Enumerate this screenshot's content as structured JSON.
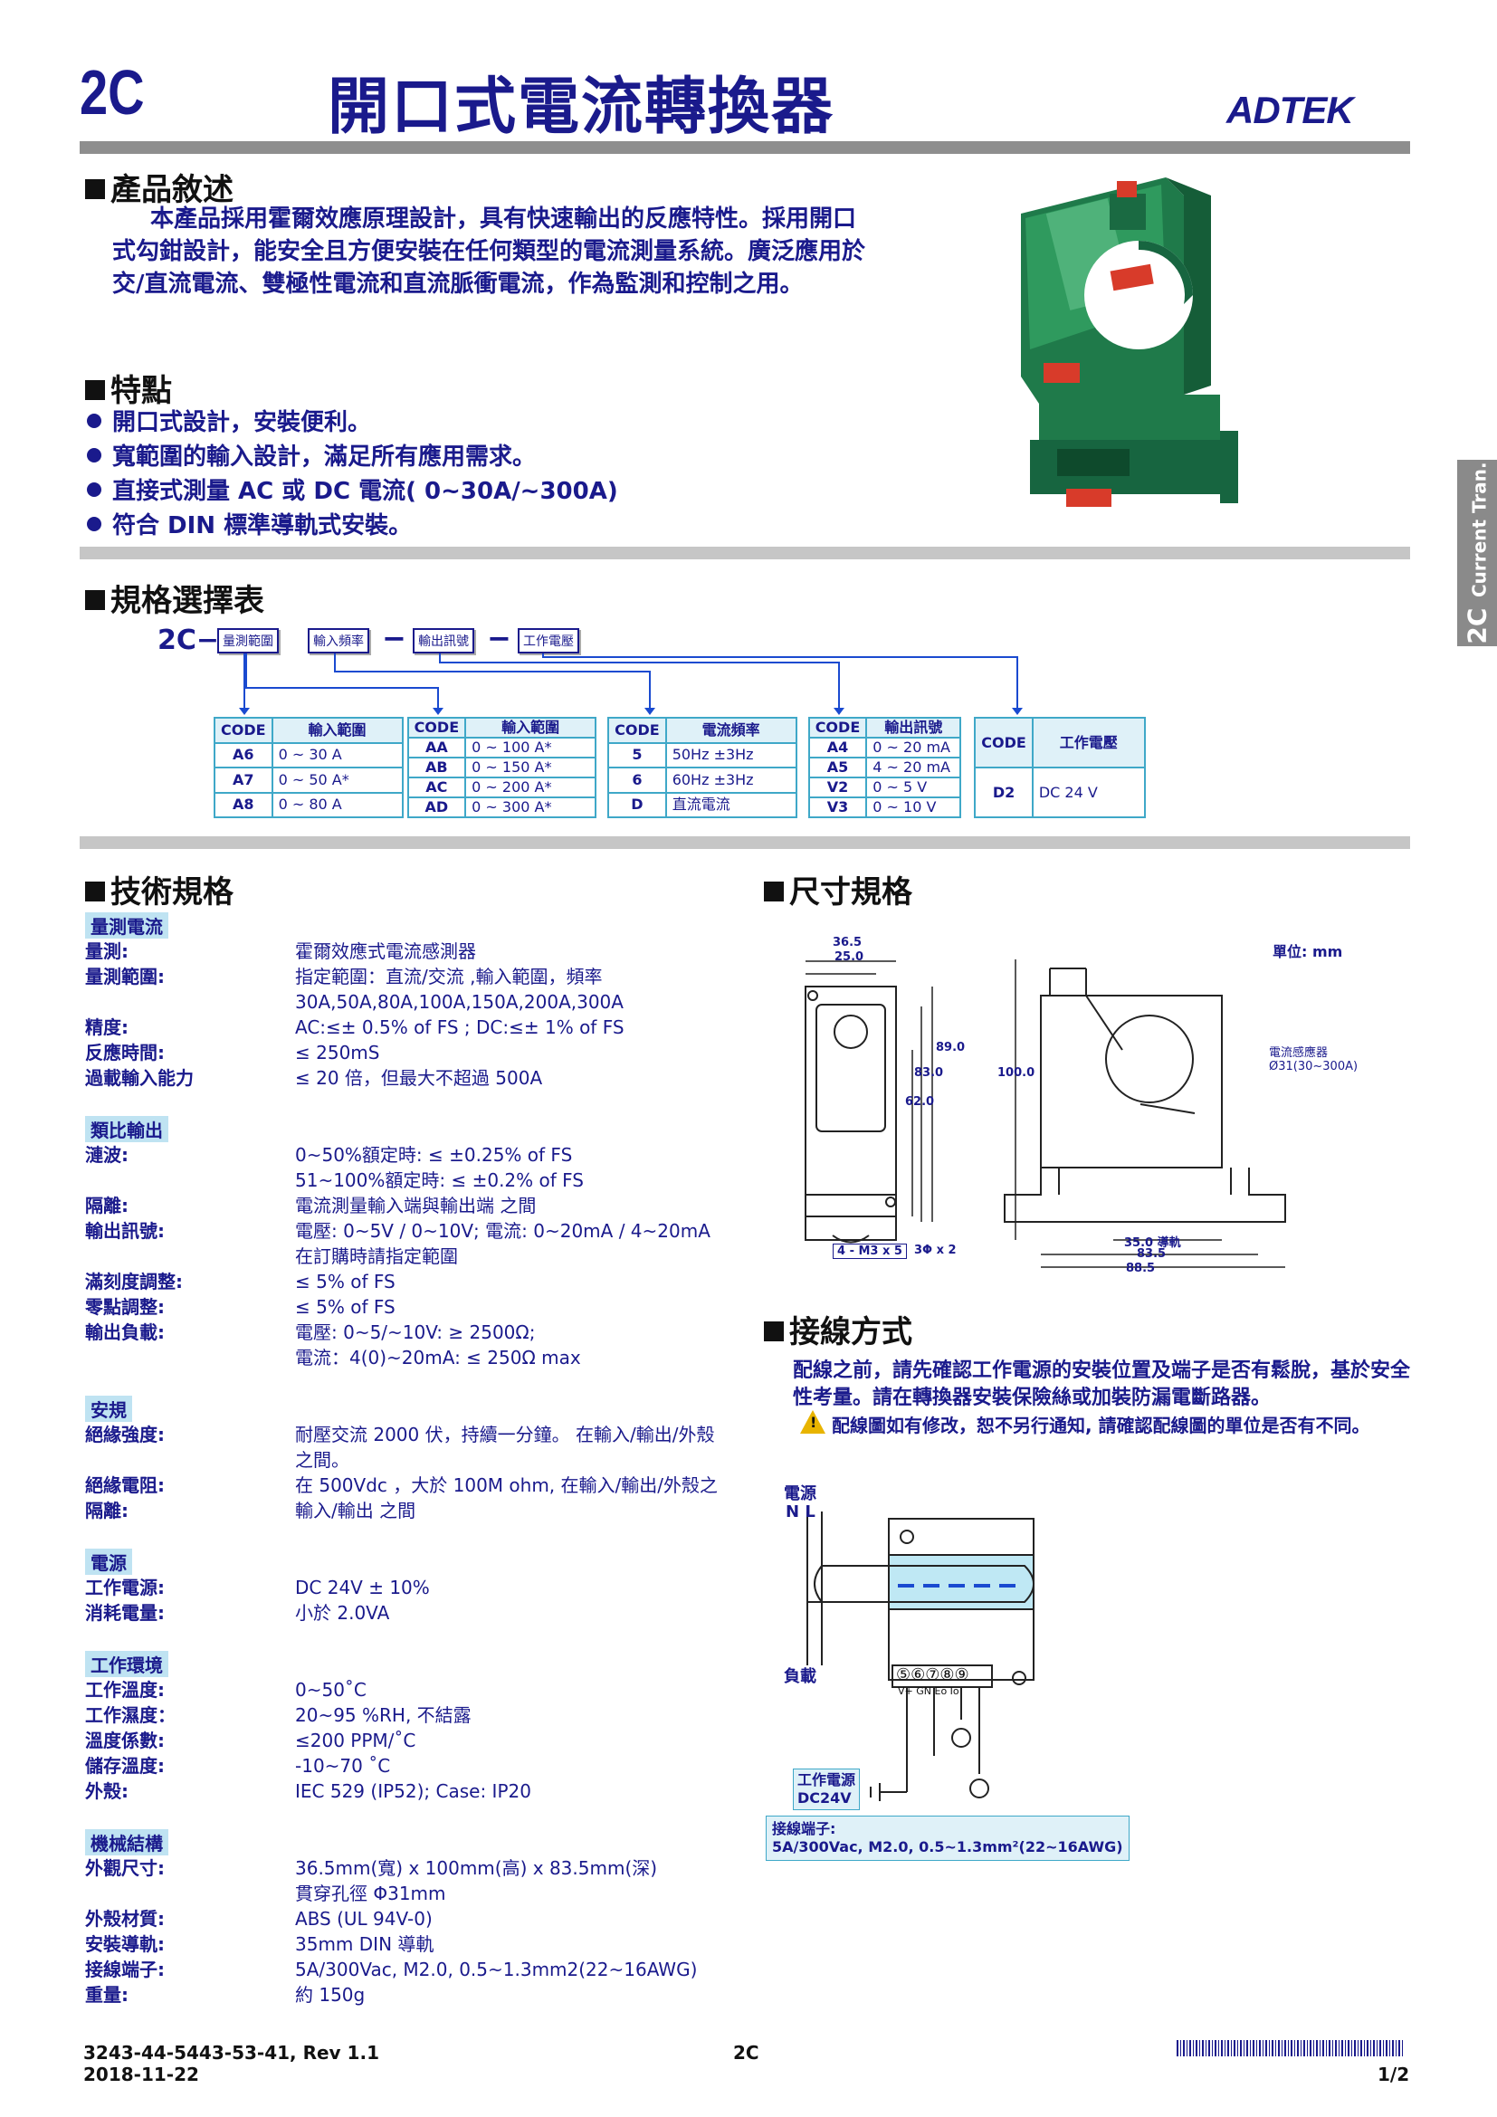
{
  "header": {
    "model": "2C",
    "title": "開口式電流轉換器",
    "brand": "ADTEK"
  },
  "side_tab": {
    "model": "2C",
    "label": "Current Tran."
  },
  "description": {
    "heading": "產品敘述",
    "lines": [
      "本產品採用霍爾效應原理設計，具有快速輸出的反應特性。採用開口",
      "式勾鉗設計，能安全且方便安裝在任何類型的電流測量系統。廣泛應用於",
      "交/直流電流、雙極性電流和直流脈衝電流，作為監測和控制之用。"
    ]
  },
  "features": {
    "heading": "特點",
    "items": [
      "開口式設計，安裝便利。",
      "寬範圍的輸入設計，滿足所有應用需求。",
      "直接式測量 AC 或 DC 電流( 0~30A/~300A)",
      "符合 DIN 標準導軌式安裝。"
    ]
  },
  "selection": {
    "heading": "規格選擇表",
    "prefix": "2C−",
    "boxes": [
      "量測範圍",
      "輸入頻率",
      "輸出訊號",
      "工作電壓"
    ],
    "dash": "−",
    "code_header": "CODE",
    "tables": [
      {
        "header": "輸入範圍",
        "rows": [
          [
            "A6",
            "0 ~ 30 A"
          ],
          [
            "A7",
            "0 ~ 50 A*"
          ],
          [
            "A8",
            "0 ~ 80 A"
          ]
        ]
      },
      {
        "header": "輸入範圍",
        "rows": [
          [
            "AA",
            "0 ~ 100 A*"
          ],
          [
            "AB",
            "0 ~ 150 A*"
          ],
          [
            "AC",
            "0 ~ 200 A*"
          ],
          [
            "AD",
            "0 ~ 300 A*"
          ]
        ]
      },
      {
        "header": "電流頻率",
        "rows": [
          [
            "5",
            "50Hz ±3Hz"
          ],
          [
            "6",
            "60Hz ±3Hz"
          ],
          [
            "D",
            "直流電流"
          ]
        ]
      },
      {
        "header": "輸出訊號",
        "rows": [
          [
            "A4",
            "0 ~ 20 mA"
          ],
          [
            "A5",
            "4 ~ 20 mA"
          ],
          [
            "V2",
            "0 ~ 5 V"
          ],
          [
            "V3",
            "0 ~ 10 V"
          ]
        ]
      },
      {
        "header": "工作電壓",
        "rows": [
          [
            "D2",
            "DC 24 V"
          ]
        ]
      }
    ]
  },
  "tech_spec": {
    "heading": "技術規格",
    "groups": [
      {
        "category": "量測電流",
        "rows": [
          {
            "label": "量測:",
            "value": [
              "霍爾效應式電流感測器"
            ]
          },
          {
            "label": "量測範圍:",
            "value": [
              "指定範圍：直流/交流 ,輸入範圍，頻率",
              "30A,50A,80A,100A,150A,200A,300A"
            ]
          },
          {
            "label": "精度:",
            "value": [
              "AC:≤± 0.5% of FS ; DC:≤± 1% of FS"
            ]
          },
          {
            "label": "反應時間:",
            "value": [
              "≤ 250mS"
            ]
          },
          {
            "label": "過載輸入能力",
            "value": [
              "≤ 20 倍，但最大不超過 500A"
            ]
          }
        ]
      },
      {
        "category": "類比輸出",
        "rows": [
          {
            "label": "漣波:",
            "value": [
              "0~50%額定時: ≤ ±0.25% of FS",
              "51~100%額定時: ≤ ±0.2% of FS"
            ]
          },
          {
            "label": "隔離:",
            "value": [
              "電流測量輸入端與輸出端 之間"
            ]
          },
          {
            "label": "輸出訊號:",
            "value": [
              "電壓: 0~5V / 0~10V; 電流: 0~20mA / 4~20mA",
              "在訂購時請指定範圍"
            ]
          },
          {
            "label": "滿刻度調整:",
            "value": [
              "≤ 5% of FS"
            ]
          },
          {
            "label": "零點調整:",
            "value": [
              "≤ 5% of FS"
            ]
          },
          {
            "label": "輸出負載:",
            "value": [
              "電壓: 0~5/~10V: ≥ 2500Ω;",
              "電流：4(0)~20mA: ≤ 250Ω max"
            ]
          }
        ]
      },
      {
        "category": "安規",
        "rows": [
          {
            "label": "絕緣強度:",
            "value": [
              "耐壓交流 2000 伏，持續一分鐘。 在輸入/輸出/外殼",
              "之間。"
            ]
          },
          {
            "label": "絕緣電阻:",
            "value": [
              "在 500Vdc ，大於 100M ohm, 在輸入/輸出/外殼之"
            ]
          },
          {
            "label": "隔離:",
            "value": [
              "輸入/輸出 之間"
            ]
          }
        ]
      },
      {
        "category": "電源",
        "rows": [
          {
            "label": "工作電源:",
            "value": [
              "DC 24V ± 10%"
            ]
          },
          {
            "label": "消耗電量:",
            "value": [
              "小於 2.0VA"
            ]
          }
        ]
      },
      {
        "category": "工作環境",
        "rows": [
          {
            "label": "工作溫度:",
            "value": [
              "0~50˚C"
            ]
          },
          {
            "label": "工作濕度：",
            "value": [
              "20~95 %RH, 不結露"
            ]
          },
          {
            "label": "溫度係數:",
            "value": [
              "≤200 PPM/˚C"
            ]
          },
          {
            "label": "儲存溫度:",
            "value": [
              "-10~70 ˚C"
            ]
          },
          {
            "label": "外殼:",
            "value": [
              "IEC 529 (IP52); Case: IP20"
            ]
          }
        ]
      },
      {
        "category": "機械結構",
        "rows": [
          {
            "label": "外觀尺寸:",
            "value": [
              "36.5mm(寬) x 100mm(高) x 83.5mm(深)",
              "貫穿孔徑 Φ31mm"
            ]
          },
          {
            "label": "外殼材質:",
            "value": [
              "ABS (UL 94V-0)"
            ]
          },
          {
            "label": "安裝導軌:",
            "value": [
              "35mm DIN 導軌"
            ]
          },
          {
            "label": "接線端子:",
            "value": [
              "5A/300Vac, M2.0, 0.5~1.3mm2(22~16AWG)"
            ]
          },
          {
            "label": "重量:",
            "value": [
              "約 150g"
            ]
          }
        ]
      }
    ]
  },
  "dimensions": {
    "heading": "尺寸規格",
    "unit": "單位: mm",
    "sensor_label": "電流感應器",
    "sensor_dia": "Ø31(30~300A)",
    "labels": {
      "w_outer": "36.5",
      "w_inner": "25.0",
      "h89": "89.0",
      "h83": "83.0",
      "h62": "62.0",
      "h100": "100.0",
      "screws": "4 - M3 x 5",
      "holes": "3Φ x 2",
      "rail": "35.0 導軌",
      "d835": "83.5",
      "d885": "88.5"
    }
  },
  "wiring": {
    "heading": "接線方式",
    "note_lines": [
      "配線之前，請先確認工作電源的安裝位置及端子是否有鬆脫，基於安全",
      "性考量。請在轉換器安裝保險絲或加裝防漏電斷路器。"
    ],
    "warning": "配線圖如有修改，恕不另行通知, 請確認配線圖的單位是否有不同。",
    "power_label": "電源",
    "nl_label": "N L",
    "load_label": "負載",
    "terminals": "⑤⑥⑦⑧⑨",
    "terminal_text": "V+ GN    Eo  Io",
    "supply_label": [
      "工作電源",
      "DC24V"
    ],
    "terminal_spec": [
      "接線端子:",
      "5A/300Vac, M2.0, 0.5~1.3mm²(22~16AWG)"
    ]
  },
  "footer": {
    "doc": "3243-44-5443-53-41, Rev 1.1",
    "date": "2018-11-22",
    "center": "2C",
    "page": "1/2"
  }
}
